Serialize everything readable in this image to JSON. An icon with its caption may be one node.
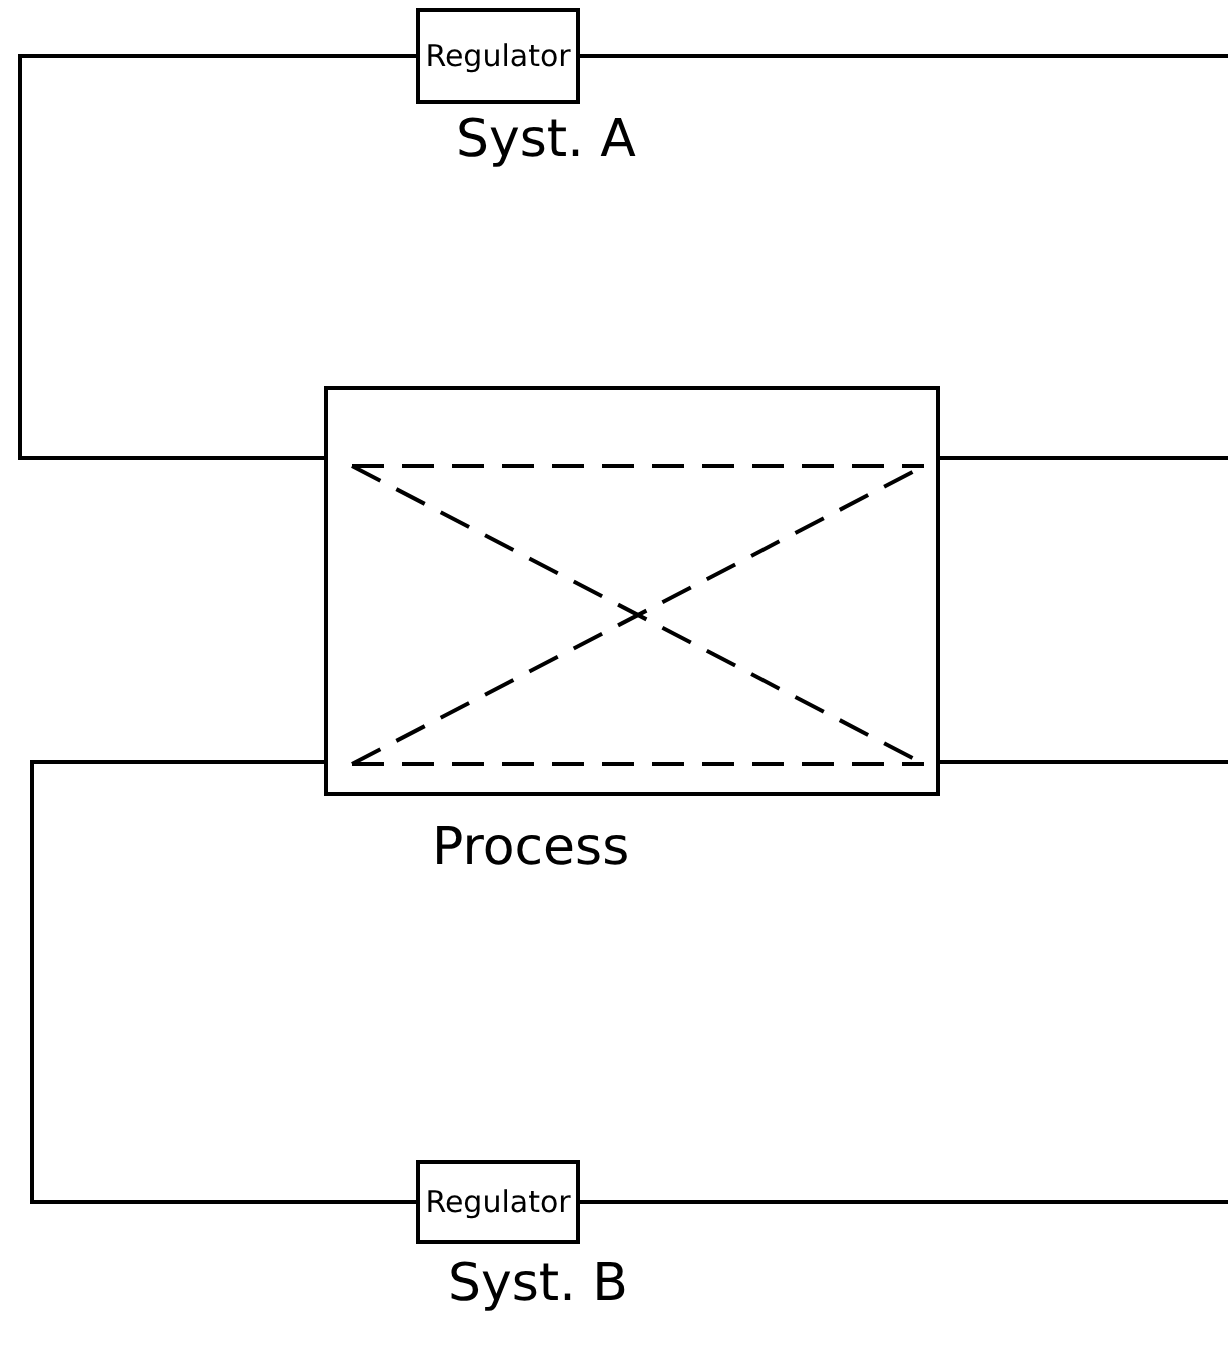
{
  "diagram": {
    "nodes": [
      {
        "text": [
          "Regulator"
        ],
        "beside": [
          "Syst. A"
        ]
      },
      {
        "text": [],
        "shape": "box",
        "beside": [
          "Process"
        ]
      },
      {
        "text": [
          "Regulator"
        ],
        "beside": [
          "Syst. B"
        ]
      }
    ],
    "edges": [
      {
        "from": 0,
        "to": 1,
        "arrow": "none"
      },
      {
        "from": 0,
        "to": null,
        "arrow": "none"
      },
      {
        "from": 1,
        "to": null,
        "arrow": "none"
      },
      {
        "from": 1,
        "to": null,
        "arrow": "none"
      },
      {
        "from": 1,
        "to": 2,
        "arrow": "none"
      },
      {
        "from": 2,
        "to": null,
        "arrow": "none"
      }
    ]
  }
}
